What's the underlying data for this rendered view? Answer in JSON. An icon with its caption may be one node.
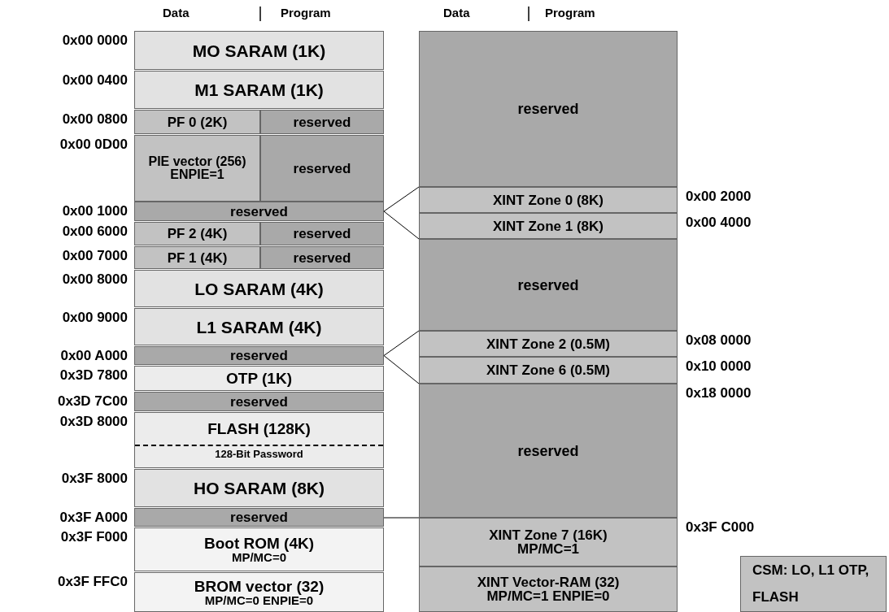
{
  "diagram": {
    "nodes": [
      {
        "text": [
          "MO SARAM (1K)"
        ],
        "beside": [
          "0x00 0000"
        ]
      },
      {
        "text": [
          "M1 SARAM (1K)"
        ],
        "beside": [
          "0x00 0400"
        ]
      },
      {
        "text": [
          "PF 0 (2K)"
        ],
        "beside": [
          "0x00 0800"
        ]
      },
      {
        "text": [
          "reserved"
        ]
      },
      {
        "text": [
          "PIE vector (256) ENPIE=1"
        ],
        "beside": [
          "0x00 0D00"
        ]
      },
      {
        "text": [
          "reserved"
        ]
      },
      {
        "text": [
          "reserved"
        ],
        "beside": [
          "0x00 1000"
        ]
      },
      {
        "text": [
          "PF 2 (4K)"
        ],
        "beside": [
          "0x00 6000"
        ]
      },
      {
        "text": [
          "reserved"
        ]
      },
      {
        "text": [
          "PF 1 (4K)"
        ],
        "beside": [
          "0x00 7000"
        ]
      },
      {
        "text": [
          "reserved"
        ]
      },
      {
        "text": [
          "LO SARAM (4K)"
        ],
        "beside": [
          "0x00 8000"
        ]
      },
      {
        "text": [
          "L1 SARAM (4K)"
        ],
        "beside": [
          "0x00 9000"
        ]
      },
      {
        "text": [
          "reserved"
        ],
        "beside": [
          "0x00 A000"
        ]
      },
      {
        "text": [
          "OTP (1K)"
        ],
        "beside": [
          "0x3D 7800"
        ]
      },
      {
        "text": [
          "reserved"
        ],
        "beside": [
          "0x3D 7C00"
        ]
      },
      {
        "text": [
          "FLASH (128K)",
          "128-Bit Password"
        ],
        "beside": [
          "0x3D 8000"
        ]
      },
      {
        "text": [
          "HO SARAM (8K)"
        ],
        "beside": [
          "0x3F 8000"
        ]
      },
      {
        "text": [
          "reserved"
        ],
        "beside": [
          "0x3F A000"
        ]
      },
      {
        "text": [
          "Boot ROM (4K)",
          "MP/MC=0"
        ],
        "beside": [
          "0x3F F000"
        ]
      },
      {
        "text": [
          "BROM vector (32)",
          "MP/MC=0 ENPIE=0"
        ],
        "beside": [
          "0x3F FFC0"
        ]
      },
      {
        "text": [
          "reserved"
        ]
      },
      {
        "text": [
          "XINT Zone 0 (8K)"
        ],
        "beside": [
          "0x00 2000"
        ]
      },
      {
        "text": [
          "XINT Zone 1 (8K)"
        ],
        "beside": [
          "0x00 4000"
        ]
      },
      {
        "text": [
          "reserved"
        ]
      },
      {
        "text": [
          "XINT Zone 2 (0.5M)"
        ],
        "beside": [
          "0x08 0000"
        ]
      },
      {
        "text": [
          "XINT Zone 6 (0.5M)"
        ],
        "beside": [
          "0x10 0000"
        ]
      },
      {
        "text": [
          "reserved"
        ],
        "beside": [
          "0x18 0000"
        ]
      },
      {
        "text": [
          "XINT Zone 7 (16K)",
          "MP/MC=1"
        ],
        "beside": [
          "0x3F C000"
        ]
      },
      {
        "text": [
          "XINT Vector-RAM (32)",
          "MP/MC=1 ENPIE=0"
        ]
      },
      {
        "text": [
          "CSM: LO, L1 OTP, FLASH"
        ]
      }
    ],
    "edges": [
      {
        "from": 6,
        "to": 22,
        "arrow": "none"
      },
      {
        "from": 6,
        "to": 23,
        "arrow": "none"
      },
      {
        "from": 13,
        "to": 25,
        "arrow": "none"
      },
      {
        "from": 13,
        "to": 26,
        "arrow": "none"
      },
      {
        "from": 18,
        "to": 28,
        "arrow": "none"
      }
    ],
    "labels": [
      "Data",
      "Program",
      "Data",
      "Program"
    ]
  }
}
